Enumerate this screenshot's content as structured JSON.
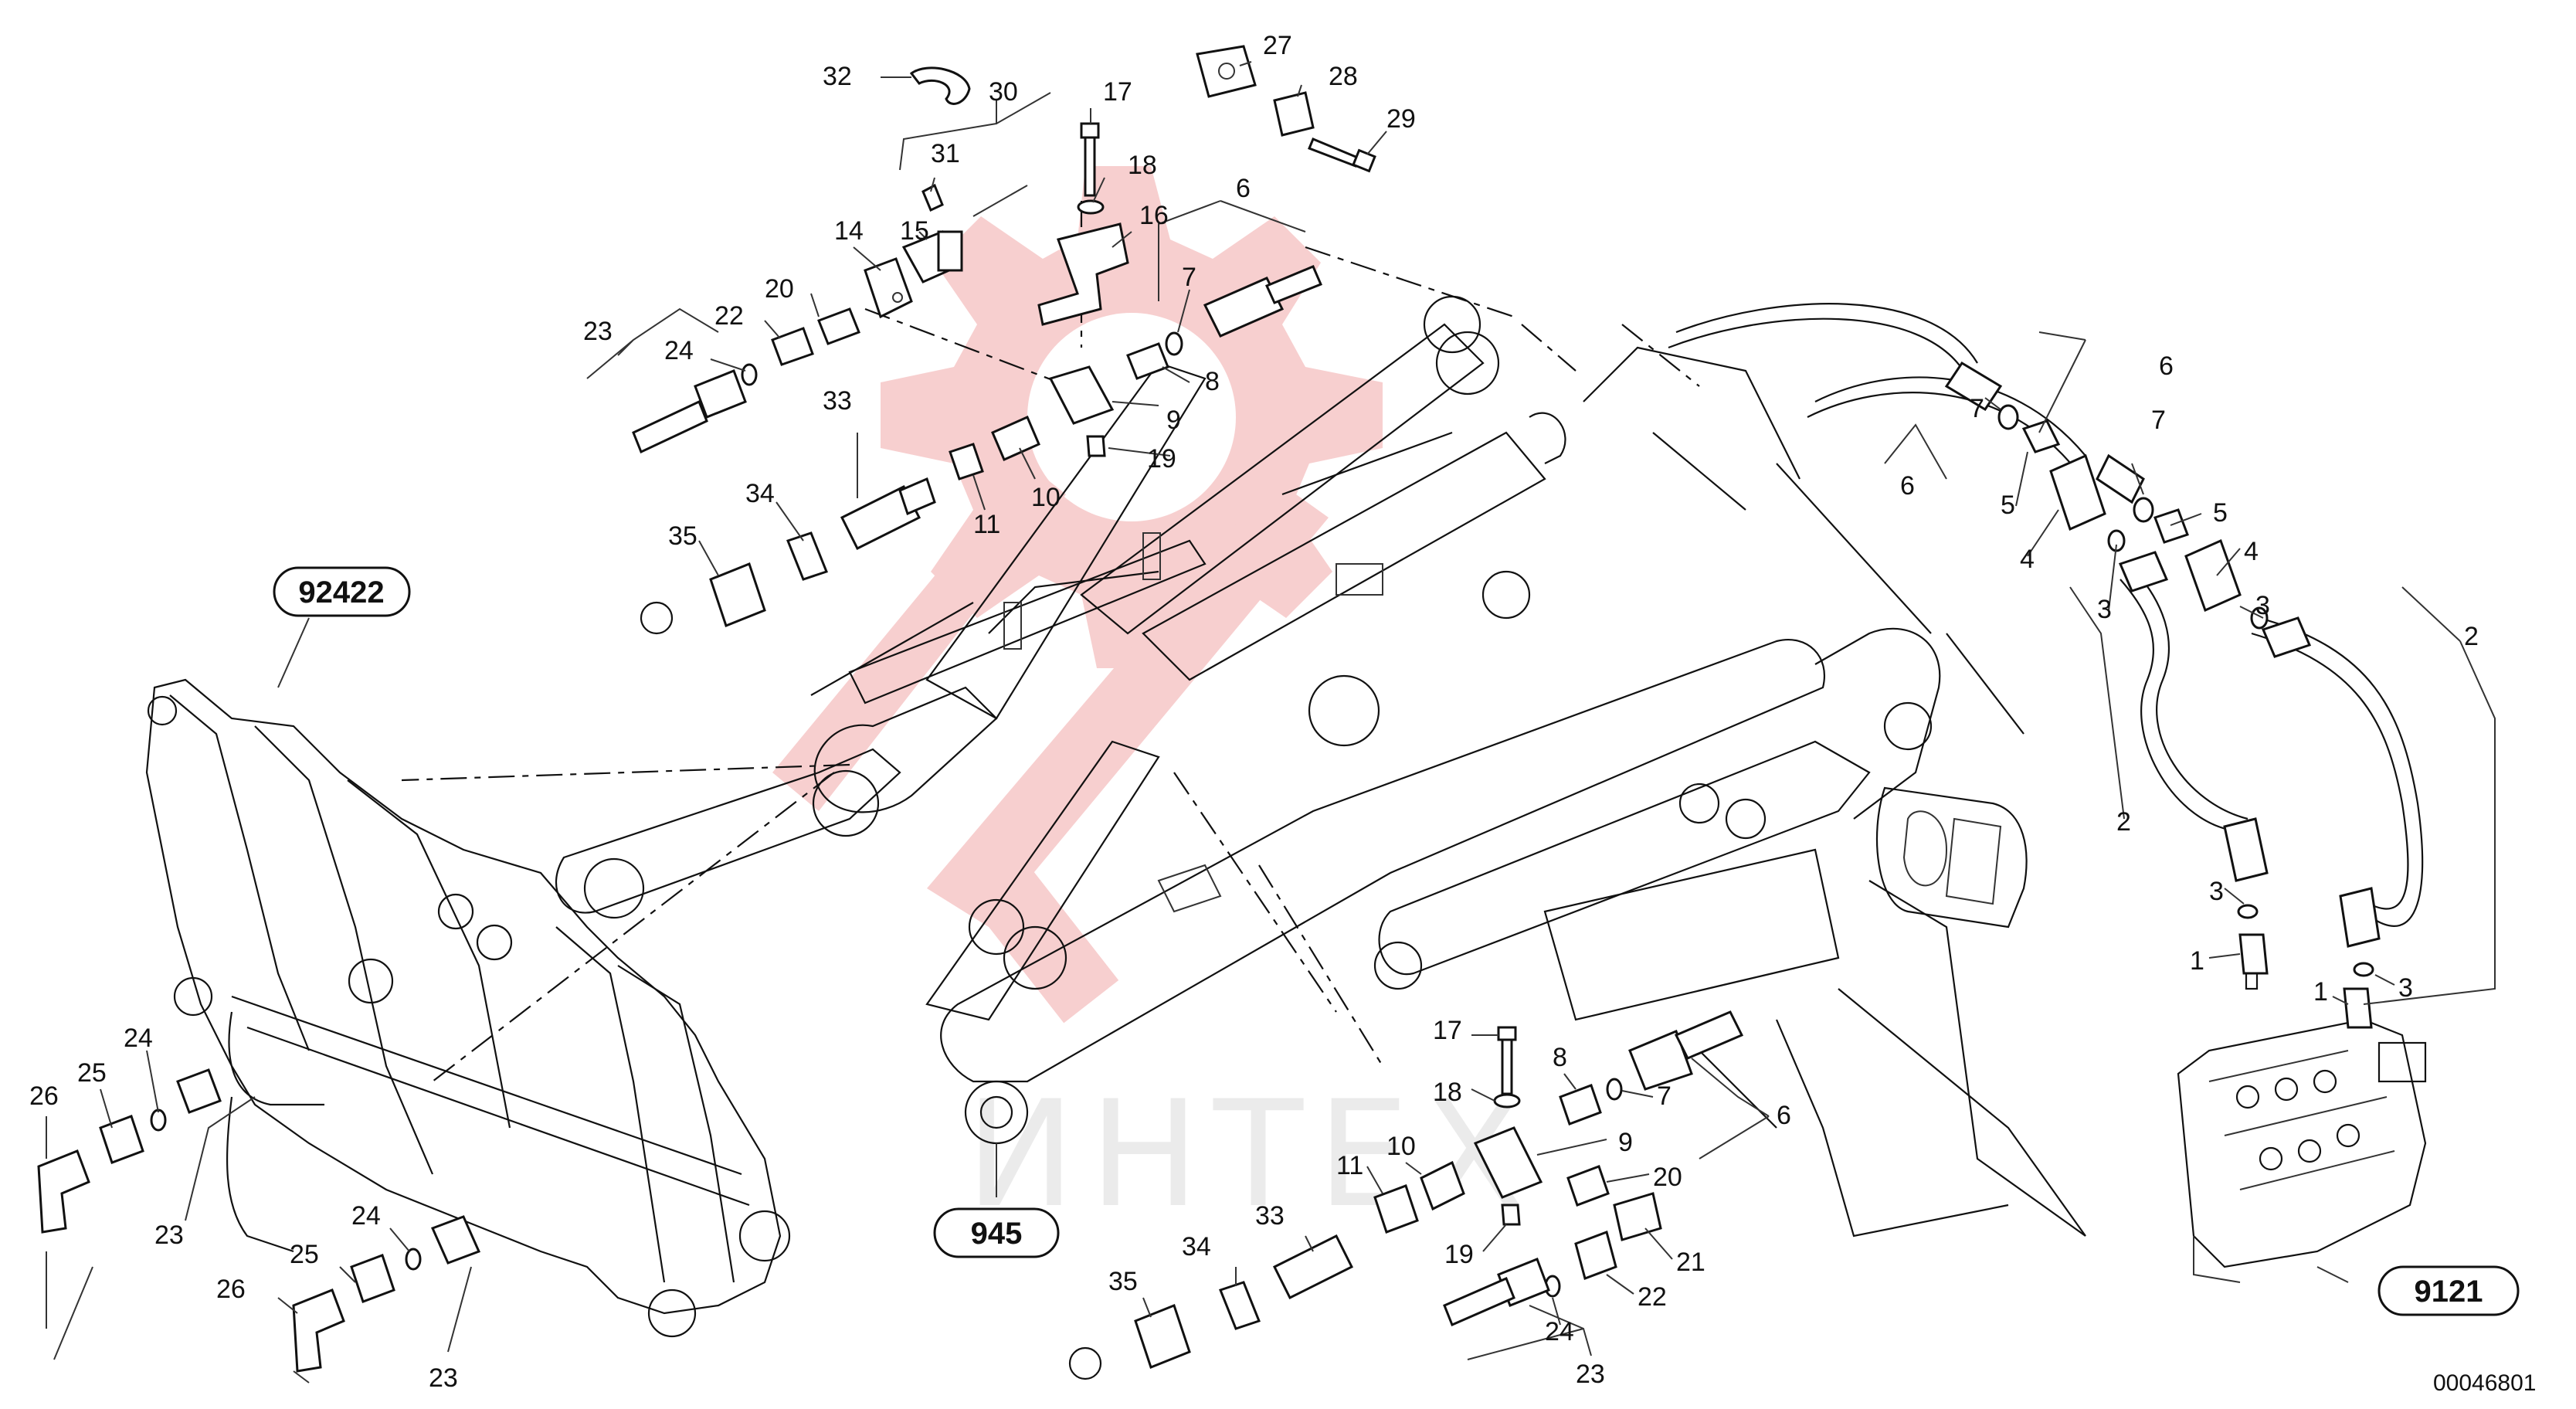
{
  "diagram": {
    "watermark_text": "ИНТЕХ",
    "document_number": "00046801",
    "references": [
      "92422",
      "945",
      "9121"
    ],
    "callouts": [
      {
        "id": "c32a",
        "text": "32"
      },
      {
        "id": "c30a",
        "text": "30"
      },
      {
        "id": "c31a",
        "text": "31"
      },
      {
        "id": "c17a",
        "text": "17"
      },
      {
        "id": "c18a",
        "text": "18"
      },
      {
        "id": "c16a",
        "text": "16"
      },
      {
        "id": "c27a",
        "text": "27"
      },
      {
        "id": "c28a",
        "text": "28"
      },
      {
        "id": "c29a",
        "text": "29"
      },
      {
        "id": "c14a",
        "text": "14"
      },
      {
        "id": "c15a",
        "text": "15"
      },
      {
        "id": "c6a",
        "text": "6"
      },
      {
        "id": "c7a",
        "text": "7"
      },
      {
        "id": "c8a",
        "text": "8"
      },
      {
        "id": "c9a",
        "text": "9"
      },
      {
        "id": "c19a",
        "text": "19"
      },
      {
        "id": "c20a",
        "text": "20"
      },
      {
        "id": "c22a",
        "text": "22"
      },
      {
        "id": "c23a",
        "text": "23"
      },
      {
        "id": "c24a",
        "text": "24"
      },
      {
        "id": "c33a",
        "text": "33"
      },
      {
        "id": "c34a",
        "text": "34"
      },
      {
        "id": "c35a",
        "text": "35"
      },
      {
        "id": "c10a",
        "text": "10"
      },
      {
        "id": "c11a",
        "text": "11"
      },
      {
        "id": "c6b",
        "text": "6"
      },
      {
        "id": "c7b",
        "text": "7"
      },
      {
        "id": "c6c",
        "text": "6"
      },
      {
        "id": "c7c",
        "text": "7"
      },
      {
        "id": "c5a",
        "text": "5"
      },
      {
        "id": "c5b",
        "text": "5"
      },
      {
        "id": "c4a",
        "text": "4"
      },
      {
        "id": "c4b",
        "text": "4"
      },
      {
        "id": "c3a",
        "text": "3"
      },
      {
        "id": "c3b",
        "text": "3"
      },
      {
        "id": "c2a",
        "text": "2"
      },
      {
        "id": "c2b",
        "text": "2"
      },
      {
        "id": "c3c",
        "text": "3"
      },
      {
        "id": "c1a",
        "text": "1"
      },
      {
        "id": "c1b",
        "text": "1"
      },
      {
        "id": "c3d",
        "text": "3"
      },
      {
        "id": "c17b",
        "text": "17"
      },
      {
        "id": "c8b",
        "text": "8"
      },
      {
        "id": "c18b",
        "text": "18"
      },
      {
        "id": "c7d",
        "text": "7"
      },
      {
        "id": "c6d",
        "text": "6"
      },
      {
        "id": "c9b",
        "text": "9"
      },
      {
        "id": "c10b",
        "text": "10"
      },
      {
        "id": "c11b",
        "text": "11"
      },
      {
        "id": "c20b",
        "text": "20"
      },
      {
        "id": "c33b",
        "text": "33"
      },
      {
        "id": "c19b",
        "text": "19"
      },
      {
        "id": "c21a",
        "text": "21"
      },
      {
        "id": "c34b",
        "text": "34"
      },
      {
        "id": "c22b",
        "text": "22"
      },
      {
        "id": "c35b",
        "text": "35"
      },
      {
        "id": "c24b",
        "text": "24"
      },
      {
        "id": "c23b",
        "text": "23"
      },
      {
        "id": "c26a",
        "text": "26"
      },
      {
        "id": "c25a",
        "text": "25"
      },
      {
        "id": "c24c",
        "text": "24"
      },
      {
        "id": "c23c",
        "text": "23"
      },
      {
        "id": "c24d",
        "text": "24"
      },
      {
        "id": "c25b",
        "text": "25"
      },
      {
        "id": "c26b",
        "text": "26"
      },
      {
        "id": "c23d",
        "text": "23"
      }
    ],
    "colors": {
      "line": "#111111",
      "watermark_logo": "#f6c7c7",
      "background": "#ffffff"
    }
  }
}
